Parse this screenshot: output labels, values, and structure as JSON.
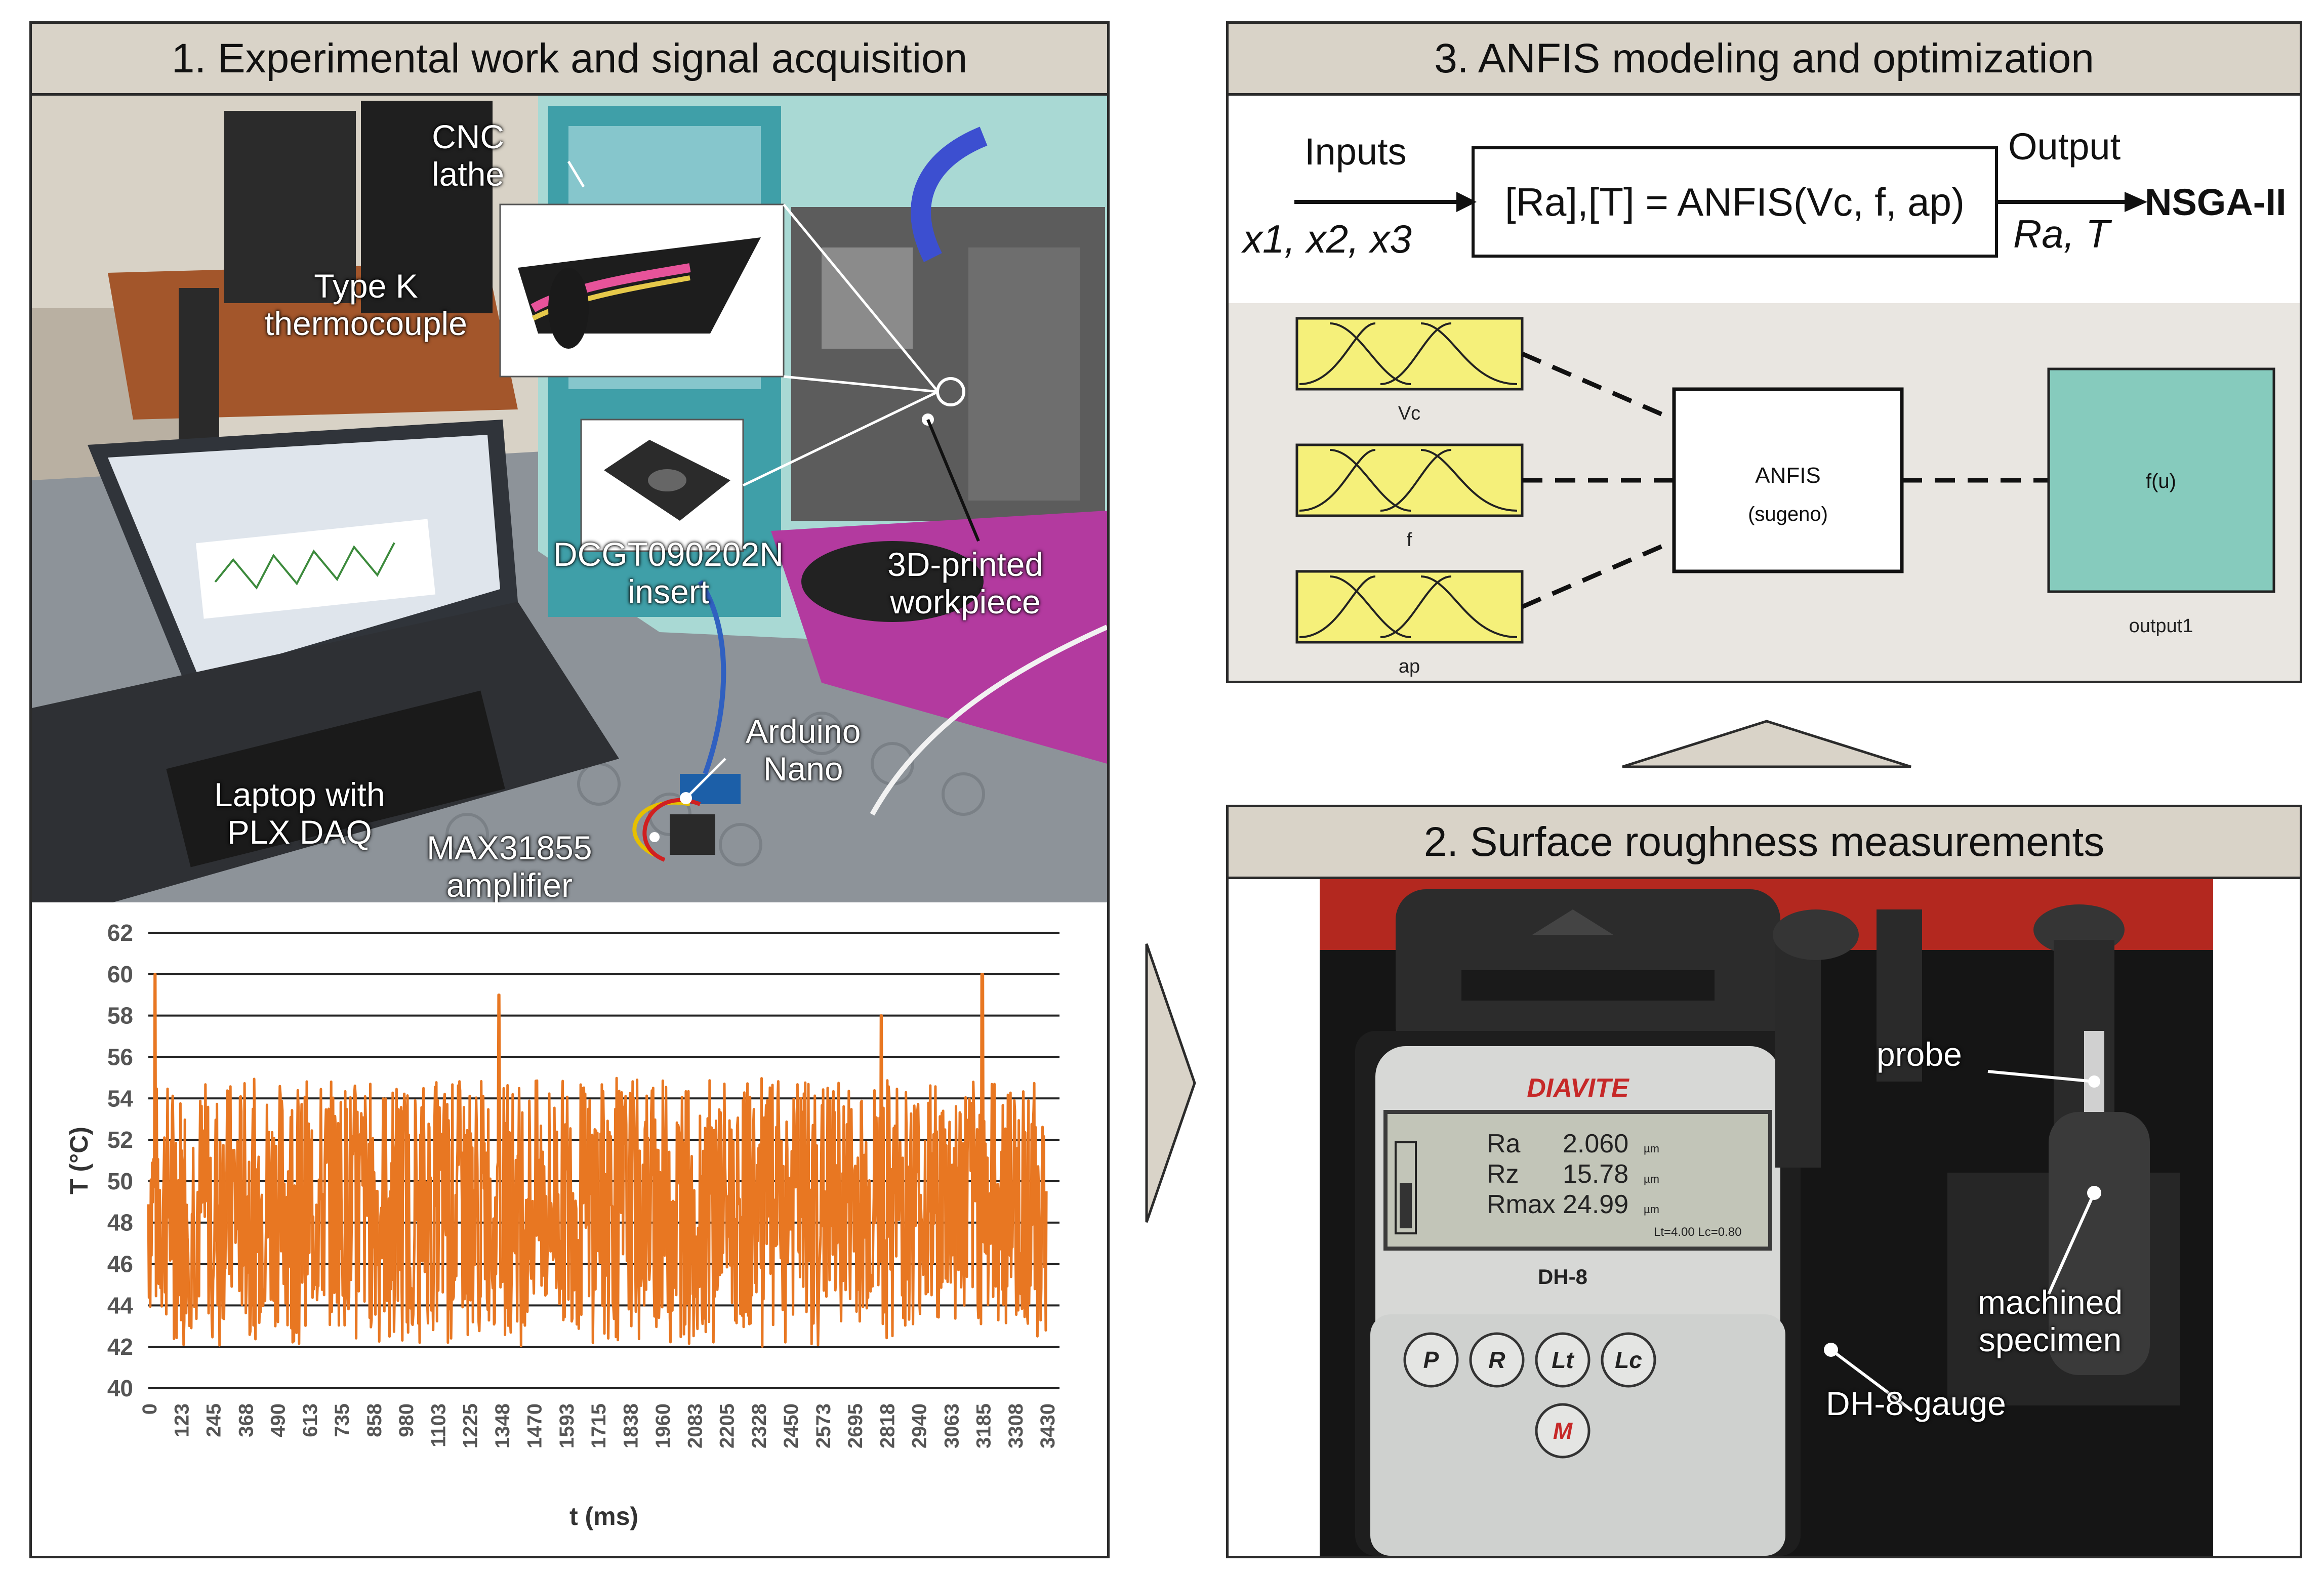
{
  "panels": {
    "p1": {
      "title": "1. Experimental work and signal acquisition"
    },
    "p2": {
      "title": "2. Surface roughness measurements"
    },
    "p3": {
      "title": "3. ANFIS modeling and optimization"
    }
  },
  "photo1_labels": {
    "cnc": "CNC\nlathe",
    "thermocouple": "Type K\nthermocouple",
    "insert": "DCGT090202N\ninsert",
    "workpiece": "3D-printed\nworkpiece",
    "arduino": "Arduino\nNano",
    "laptop": "Laptop with\nPLX DAQ",
    "amplifier": "MAX31855\namplifier"
  },
  "anfis": {
    "inputs_label": "Inputs",
    "inputs_vars": "x1, x2, x3",
    "equation": "[Ra],[T] = ANFIS(Vc,  f, ap)",
    "output_label": "Output",
    "output_vars": "Ra, T",
    "optimizer": "NSGA-II",
    "mf_inputs": [
      "Vc",
      "f",
      "ap"
    ],
    "system_name": "ANFIS",
    "system_type": "(sugeno)",
    "output_fn": "f(u)",
    "output_name": "output1"
  },
  "gauge": {
    "brand": "DIAVITE",
    "model": "DH-8",
    "readings": [
      {
        "param": "Ra",
        "value": "2.060",
        "unit": "µm"
      },
      {
        "param": "Rz",
        "value": "15.78",
        "unit": "µm"
      },
      {
        "param": "Rmax",
        "value": "24.99",
        "unit": "µm"
      }
    ],
    "footer": "Lt=4.00  Lc=0.80",
    "buttons": [
      "P",
      "R",
      "Lt",
      "Lc",
      "M"
    ],
    "labels": {
      "probe": "probe",
      "specimen": "machined\nspecimen",
      "gauge": "DH-8 gauge"
    }
  },
  "chart_data": {
    "type": "line",
    "xlabel": "t (ms)",
    "ylabel": "T (°C)",
    "ylim": [
      40,
      62
    ],
    "yticks": [
      40,
      42,
      44,
      46,
      48,
      50,
      52,
      54,
      56,
      58,
      60,
      62
    ],
    "xticks": [
      0,
      123,
      245,
      368,
      490,
      613,
      735,
      858,
      980,
      1103,
      1225,
      1348,
      1470,
      1593,
      1715,
      1838,
      1960,
      2083,
      2205,
      2328,
      2450,
      2573,
      2695,
      2818,
      2940,
      3063,
      3185,
      3308,
      3430
    ],
    "xlim": [
      0,
      3480
    ],
    "grid": true,
    "color": "#e87722",
    "series": [
      {
        "values_range": [
          42,
          60
        ],
        "peaks": [
          {
            "x": 25,
            "y": 60
          },
          {
            "x": 1340,
            "y": 59
          },
          {
            "x": 2800,
            "y": 58
          },
          {
            "x": 3185,
            "y": 60
          }
        ],
        "typical_band": [
          43,
          55
        ]
      }
    ]
  },
  "colors": {
    "header_bg": "#d9d3c8",
    "mf_box": "#f5f07a",
    "output_box": "#86cbbd",
    "line": "#e87722"
  }
}
